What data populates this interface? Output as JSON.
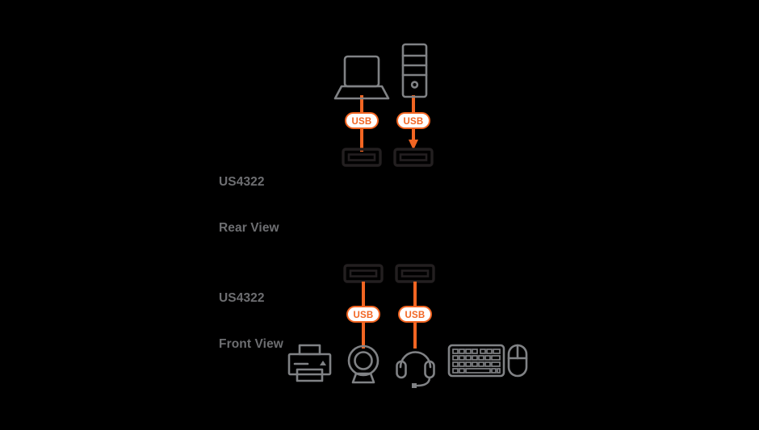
{
  "diagram": {
    "title": "US4322 USB Peripheral Sharing Connection Diagram",
    "background_color": "#000000",
    "accent_color": "#f26522",
    "device_outline_color": "#808285",
    "port_color": "#231f20",
    "label_color": "#6d6e71"
  },
  "labels": {
    "rear": {
      "model": "US4322",
      "view": "Rear View"
    },
    "front": {
      "model": "US4322",
      "view": "Front View"
    }
  },
  "badges": {
    "rear_left": "USB",
    "rear_right": "USB",
    "front_left": "USB",
    "front_right": "USB"
  },
  "rear_view": {
    "sources": [
      {
        "name": "laptop",
        "icon": "laptop-icon",
        "port": "usb-port-rear-1"
      },
      {
        "name": "desktop-tower",
        "icon": "desktop-tower-icon",
        "port": "usb-port-rear-2"
      }
    ],
    "ports": [
      {
        "name": "usb-port-rear-1"
      },
      {
        "name": "usb-port-rear-2"
      }
    ]
  },
  "front_view": {
    "ports": [
      {
        "name": "usb-port-front-1"
      },
      {
        "name": "usb-port-front-2"
      }
    ],
    "peripherals": [
      {
        "name": "printer",
        "icon": "printer-icon",
        "connected": false
      },
      {
        "name": "webcam",
        "icon": "webcam-icon",
        "connected": true
      },
      {
        "name": "headset",
        "icon": "headset-icon",
        "connected": true
      },
      {
        "name": "keyboard",
        "icon": "keyboard-icon",
        "connected": false
      },
      {
        "name": "mouse",
        "icon": "mouse-icon",
        "connected": false
      }
    ]
  }
}
